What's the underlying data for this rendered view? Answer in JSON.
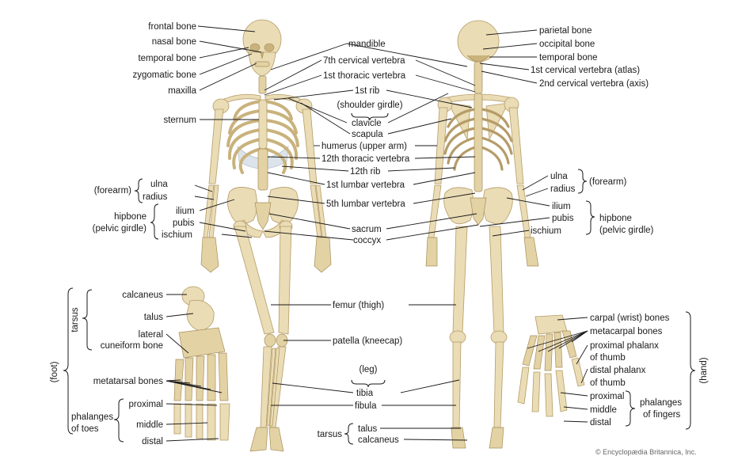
{
  "front_labels": {
    "frontal_bone": "frontal bone",
    "nasal_bone": "nasal bone",
    "temporal_bone": "temporal bone",
    "zygomatic_bone": "zygomatic bone",
    "maxilla": "maxilla",
    "sternum": "sternum",
    "forearm": "(forearm)",
    "ulna": "ulna",
    "radius": "radius",
    "hipbone": "hipbone",
    "pelvic_girdle": "(pelvic girdle)",
    "ilium": "ilium",
    "pubis": "pubis",
    "ischium": "ischium"
  },
  "center_labels": {
    "mandible": "mandible",
    "c7": "7th cervical vertebra",
    "t1": "1st thoracic vertebra",
    "rib1": "1st rib",
    "shoulder_girdle": "(shoulder girdle)",
    "clavicle": "clavicle",
    "scapula": "scapula",
    "humerus": "humerus (upper arm)",
    "t12": "12th thoracic vertebra",
    "rib12": "12th rib",
    "l1": "1st lumbar vertebra",
    "l5": "5th lumbar vertebra",
    "sacrum": "sacrum",
    "coccyx": "coccyx",
    "femur": "femur (thigh)",
    "patella": "patella (kneecap)",
    "leg": "(leg)",
    "tibia": "tibia",
    "fibula": "fibula",
    "tarsus": "tarsus",
    "talus": "talus",
    "calcaneus": "calcaneus"
  },
  "back_labels": {
    "parietal_bone": "parietal bone",
    "occipital_bone": "occipital bone",
    "temporal_bone": "temporal bone",
    "atlas": "1st cervical vertebra (atlas)",
    "axis": "2nd cervical vertebra (axis)",
    "ulna": "ulna",
    "radius": "radius",
    "forearm": "(forearm)",
    "ilium": "ilium",
    "pubis": "pubis",
    "ischium": "ischium",
    "hipbone": "hipbone",
    "pelvic_girdle": "(pelvic girdle)"
  },
  "foot_labels": {
    "tarsus": "tarsus",
    "foot": "(foot)",
    "calcaneus": "calcaneus",
    "talus": "talus",
    "lateral": "lateral",
    "cuneiform": "cuneiform bone",
    "metatarsal": "metatarsal bones",
    "proximal": "proximal",
    "phalanges": "phalanges",
    "of_toes": "of toes",
    "middle": "middle",
    "distal": "distal"
  },
  "hand_labels": {
    "carpal": "carpal (wrist) bones",
    "metacarpal": "metacarpal bones",
    "prox_thumb_1": "proximal phalanx",
    "prox_thumb_2": "of thumb",
    "dist_thumb_1": "distal phalanx",
    "dist_thumb_2": "of thumb",
    "proximal": "proximal",
    "middle": "middle",
    "distal": "distal",
    "phalanges": "phalanges",
    "of_fingers": "of fingers",
    "hand": "(hand)"
  },
  "credit": "© Encyclopædia Britannica, Inc.",
  "colors": {
    "bone": "#eadcb5",
    "bone_shadow": "#c9b27c",
    "cartilage": "#dde3ea",
    "label": "#1a1a1a"
  }
}
